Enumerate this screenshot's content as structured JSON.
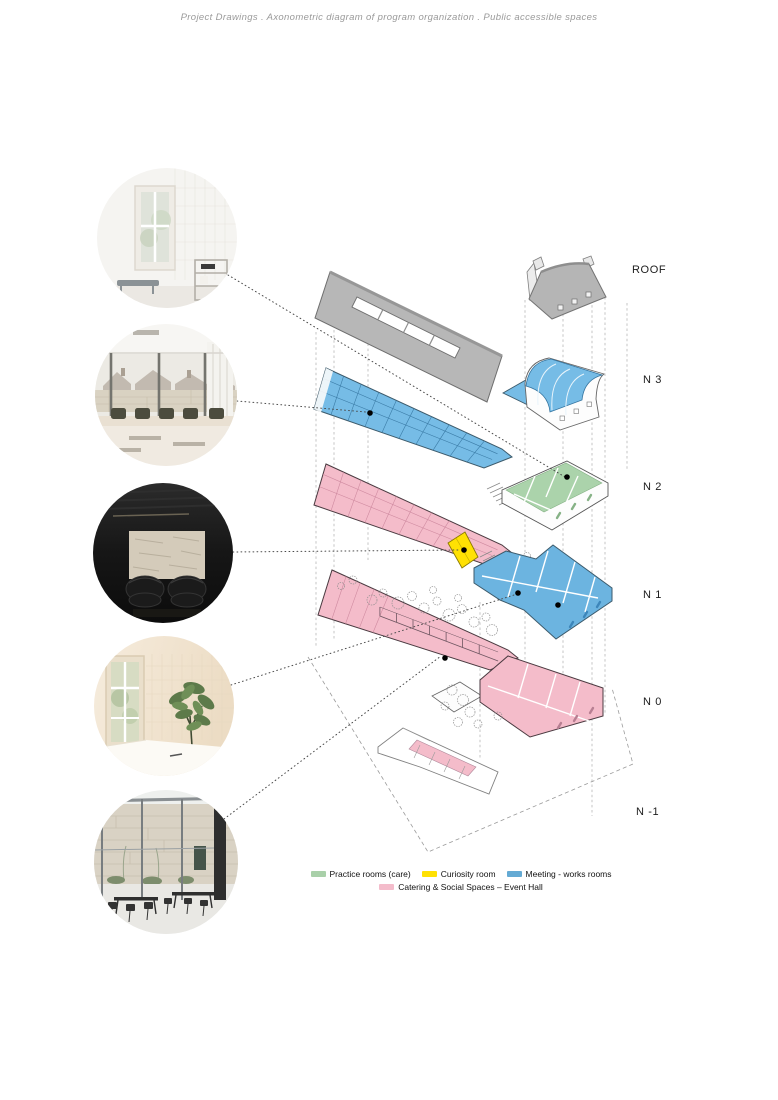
{
  "title": "Project Drawings . Axonometric diagram of program organization . Public accessible spaces",
  "floors": [
    {
      "label": "ROOF"
    },
    {
      "label": "N 3"
    },
    {
      "label": "N 2"
    },
    {
      "label": "N 1"
    },
    {
      "label": "N 0"
    },
    {
      "label": "N -1"
    }
  ],
  "legend": {
    "items": [
      {
        "label": "Practice rooms (care)",
        "color": "#a9d0a9"
      },
      {
        "label": "Curiosity room",
        "color": "#ffe103"
      },
      {
        "label": "Meeting - works rooms",
        "color": "#64aad4"
      },
      {
        "label": "Catering & Social Spaces – Event Hall",
        "color": "#f4bccb"
      }
    ]
  },
  "photos": [
    {
      "name": "practice-care-room-photo"
    },
    {
      "name": "meeting-room-photo"
    },
    {
      "name": "curiosity-dark-room-photo"
    },
    {
      "name": "care-room-plant-photo"
    },
    {
      "name": "event-hall-photo"
    }
  ]
}
